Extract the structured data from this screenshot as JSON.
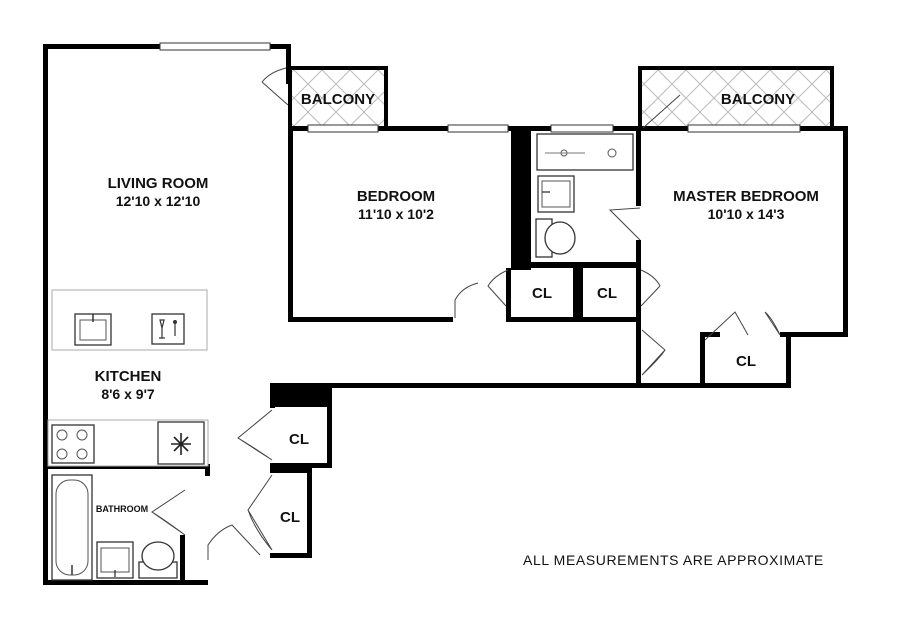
{
  "rooms": {
    "living_room": {
      "name": "LIVING ROOM",
      "dimensions": "12'10 x 12'10"
    },
    "bedroom": {
      "name": "BEDROOM",
      "dimensions": "11'10 x 10'2"
    },
    "master_bedroom": {
      "name": "MASTER BEDROOM",
      "dimensions": "10'10 x 14'3"
    },
    "kitchen": {
      "name": "KITCHEN",
      "dimensions": "8'6 x 9'7"
    },
    "bathroom": {
      "name": "BATHROOM"
    },
    "balcony_left": {
      "name": "BALCONY"
    },
    "balcony_right": {
      "name": "BALCONY"
    },
    "closets": [
      "CL",
      "CL",
      "CL",
      "CL",
      "CL"
    ]
  },
  "fixtures": [
    "sink-icon",
    "wine-glass-icon",
    "stove-icon",
    "freezer-snowflake-icon",
    "bathtub-icon",
    "toilet-icon",
    "shower-icon",
    "vanity-sink-icon"
  ],
  "note": "ALL MEASUREMENTS ARE APPROXIMATE",
  "colors": {
    "wall": "#000000",
    "balcony_hatch": "#bbbbbb",
    "counter": "#d8d8d8"
  }
}
